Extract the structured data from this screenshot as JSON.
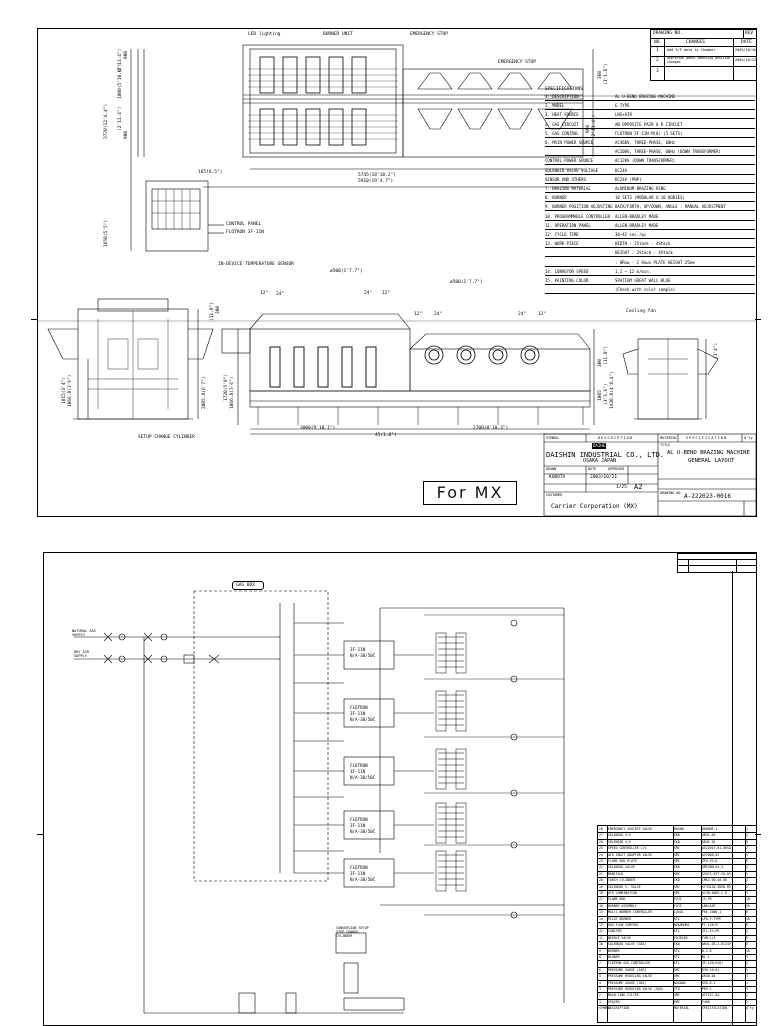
{
  "sheet1": {
    "revision_table": {
      "header": [
        "DRAWING NO.",
        "REV"
      ],
      "cols": [
        "NO.",
        "CHANGES",
        "DATE"
      ],
      "rows": [
        {
          "no": "1",
          "change": "Add S/F data to Chamber",
          "date": "2003/10/16"
        },
        {
          "no": "2",
          "change": "Operation panel mounting position changed",
          "date": "2003/10/22"
        },
        {
          "no": "3",
          "change": "",
          "date": ""
        }
      ]
    },
    "labels": {
      "led": "LED lighting",
      "burner": "BURNER UNIT",
      "emergency1": "EMERGENCY STOP",
      "emergency2": "EMERGENCY STOP",
      "control_panel": "CONTROL PANEL",
      "flotron": "FLOTRON 3F-11N",
      "temp_sensor": "IN-DEVICE TEMPERATURE SENSOR",
      "cooling_fan": "Cooling fan",
      "setup_cylinder": "SETUP CHANGE CYLINDER",
      "for_mx": "For MX"
    },
    "dims": {
      "d900a": "900",
      "d900a_in": "(2'11.4\")",
      "d1800": "1800(5'10.9\")",
      "d900b": "900",
      "d900b_in": "(2'11.4\")",
      "d3770": "3770(12'4.4\")",
      "d1650": "1650(5'5\")",
      "d165": "165(6.5\")",
      "d5745": "5745(18'10.2\")",
      "d5910": "5910(19'4.7\")",
      "d360": "360",
      "d360_in": "(1'1.8\")",
      "d900c": "900",
      "d900c_in": "(2'11.4\")",
      "d500a": "ø500(1'7.7\")",
      "d500b": "ø500(1'7.7\")",
      "d24a": "24°",
      "d24b": "24°",
      "d24c": "24°",
      "d24d": "24°",
      "d12a": "12°",
      "d12b": "12°",
      "d12c": "12°",
      "d12d": "12°",
      "d300": "300",
      "d300_in": "(11.8\")",
      "d1015": "1015(3'4\")",
      "d1066a": "1066.8(3'6\")",
      "d2005": "2005.8(6'7\")",
      "d1720": "1720(5'8\")",
      "d1066b": "1066.8(3'6\")",
      "d1005": "1005",
      "d1005_in": "(3'3.6\")",
      "d1430": "1430.8(4'8.4\")",
      "d3000": "3000(9'10.1\")",
      "d45": "45(1.8\")",
      "d2700": "2700(8'10.3\")",
      "d300r": "300",
      "d300r_in": "(11.8\")",
      "d400": "(1'4\")"
    },
    "specs_title": "SPECIFICATIONS",
    "specs": [
      {
        "k": "1. DESCRIPTION",
        "v": "AL U-BEND BRAZING MACHINE"
      },
      {
        "k": "2. MODEL",
        "v": "E TYPE"
      },
      {
        "k": "3. HEAT SOURCE",
        "v": "LNG+AIR"
      },
      {
        "k": "4. GAS CIRCUIT",
        "v": "AN OPPOSITE PAIR 6 R CIRCUIT"
      },
      {
        "k": "5. GAS CONTROL",
        "v": "FLOTRON 3F-11N-M(8) (5 SETS)"
      },
      {
        "k": "6. MAIN POWER SOURCE",
        "v": "AC460V, THREE-PHASE, 60Hz"
      },
      {
        "k": "",
        "v": "AC200V, THREE-PHASE, 60Hz (DOWN TRANSFORMER)"
      },
      {
        "k": "   CONTROL POWER SOURCE",
        "v": "AC120V (DOWN TRANSFORMER)"
      },
      {
        "k": "   SOLENOID VALVE VOLTAGE",
        "v": "DC24V"
      },
      {
        "k": "   SENSOR AND OTHERS",
        "v": "DC24V (PNP)"
      },
      {
        "k": "7. BRAZING MATERIAL",
        "v": "ALUMINUM BRAZING RING"
      },
      {
        "k": "8. BURNER",
        "v": "10 SETS (MODULAR X 10 BODIES)"
      },
      {
        "k": "9. BURNER POSITION ADJUSTING",
        "v": "BACK/FORTH, UP/DOWN, ANGLE : MANUAL ADJUSTMENT"
      },
      {
        "k": "10. PROGRAMMABLE CONTROLLER",
        "v": "ALLEN-BRADLEY MADE"
      },
      {
        "k": "11. OPERATION PANEL",
        "v": "ALLEN-BRADLEY MADE"
      },
      {
        "k": "12. CYCLE TIME",
        "v": "38~42 sec./pc"
      },
      {
        "k": "13. WORK PIECE",
        "v": "WIDTH : 2Stack - 4Stack"
      },
      {
        "k": "",
        "v": "HEIGHT : 2Stack - 4Stack"
      },
      {
        "k": "",
        "v": ": 8Row - 2 Rows    PLATE HEIGHT 25mm"
      },
      {
        "k": "14. CONVEYOR SPEED",
        "v": "1.2 ~ 12 m/min."
      },
      {
        "k": "15. PAINTING COLOR",
        "v": "SPATIUM GREAT WALL BLUE"
      },
      {
        "k": "",
        "v": "(Check with color sample)"
      }
    ],
    "title_block": {
      "col_headers": [
        "SYMBOL",
        "DESCRIPTION",
        "MATERIAL",
        "SPECIFICATION",
        "Q'ty"
      ],
      "logo_text": "DAIHEI",
      "company": "DAISHIN INDUSTRIAL CO., LTD.",
      "city": "OSAKA JAPAN",
      "drawn_label": "DRAWN",
      "drawn_by": "KUBOTA",
      "date_label": "DATE",
      "date": "2003/10/21",
      "approved_label": "APPROVED",
      "approved": "",
      "scale": "1/25",
      "size": "A2",
      "title_label": "TITLE",
      "title1": "AL U-BEND BRAZING MACHINE",
      "title2": "GENERAL LAYOUT",
      "customer_label": "CUSTOMER",
      "customer": "Carrier Corporation (MX)",
      "drawing_no_label": "DRAWING NO.",
      "drawing_no": "A-222023-0016"
    }
  },
  "sheet2": {
    "gas_box": "GAS BOX",
    "natural_gas": "NATURAL GAS",
    "natural_gas_sub": "SUPPLY",
    "dry_air": "DRY AIR",
    "dry_air_sub": "SUPPLY",
    "air_label": "AIR",
    "gas_label": "GAS",
    "flotron_units": [
      {
        "l1": "3F-11N",
        "l2": "N/A-30/50C"
      },
      {
        "l1": "FLOTRON",
        "l2": "3F-11N",
        "l3": "N/A-30/50C"
      },
      {
        "l1": "FLOTRON",
        "l2": "3F-11N",
        "l3": "N/A-30/50C"
      },
      {
        "l1": "FLOTRON",
        "l2": "3F-11N",
        "l3": "N/A-30/50C"
      },
      {
        "l1": "FLOTRON",
        "l2": "3F-11N",
        "l3": "N/A-30/50C"
      }
    ],
    "cylinder_note": "CONVERSION SETUP STEP CHANGE CYLINDER",
    "parts_list": [
      [
        "28",
        "EMERGENCY SHUTOFF VALVE",
        "MAXON",
        "8000HP-1",
        "1"
      ],
      [
        "27",
        "SOLENOID V/V",
        "CKD",
        "AB41-03",
        "5"
      ],
      [
        "26",
        "SOLENOID V/V",
        "CKD",
        "AB41-02",
        "5"
      ],
      [
        "25",
        "SPEED CONTROLLER L/V",
        "SMC",
        "AS2201F-01-06SA",
        "2"
      ],
      [
        "24",
        "AIR INLET ADAPTOR VALVE",
        "SMC",
        "AV2000-02",
        "1"
      ],
      [
        "23",
        "FLAME ROD PLATE",
        "SMC",
        "ZPX-V3-Q",
        "5"
      ],
      [
        "22",
        "SOLENOID VALVE",
        "CKD",
        "GMF38N-03-3",
        "5"
      ],
      [
        "21",
        "MANIFOLD",
        "SMC",
        "SS073-02T-C6-DS",
        "1"
      ],
      [
        "20",
        "TORCH CYLINDER",
        "CKD",
        "CMK2-00-40-60",
        "1"
      ],
      [
        "19",
        "SOLENOID V. VALVE",
        "SMC",
        "SYJ3120-5MZD-M3",
        "2"
      ],
      [
        "18",
        "AIR COMBINATION",
        "SMC",
        "AC40-04DG-C-R",
        "1"
      ],
      [
        "17",
        "FLAME ROD",
        "FUJI",
        "CS-FR",
        "10"
      ],
      [
        "16",
        "BURNER ASSEMBLY",
        "FUJI",
        "LNG+AIR",
        "10"
      ],
      [
        "15",
        "MULTI-BURNER CONTROLLER",
        "LUXUL",
        "PRE-2000-1",
        "5"
      ],
      [
        "14",
        "PILOT BURNER",
        "STL",
        "LPA-F-TYPE",
        "10"
      ],
      [
        "13",
        "GAS FLOW CONTROL",
        "NAKAMURA",
        "FT-11N-M",
        "5"
      ],
      [
        "12",
        "IGNITER",
        "STL",
        "STL-IG-PR",
        "5"
      ],
      [
        "11",
        "NEEDLE VALVE",
        "FUJIKIN",
        "FVN-1/4",
        "5"
      ],
      [
        "10",
        "SOLENOID VALVE (GAS)",
        "CKD",
        "AB41-03-2-DC24V",
        "5"
      ],
      [
        "9",
        "BURNER",
        "STL",
        "B-1-6",
        "10"
      ],
      [
        "8",
        "BLOWER",
        "STL",
        "BL-1",
        "1"
      ],
      [
        "7",
        "FLOTRON GAS CONTROLLER",
        "STL",
        "3F-11N-M(8)",
        "5"
      ],
      [
        "6",
        "PRESSURE GAUGE (AIR)",
        "SMC",
        "G36-10-01",
        "1"
      ],
      [
        "5",
        "PRESSURE REDUCING VALVE",
        "SMC",
        "AR40-04",
        "1"
      ],
      [
        "4",
        "PRESSURE GAUGE (GAS)",
        "NAGANO",
        "G36-D-2",
        "1"
      ],
      [
        "3",
        "PRESSURE REDUCING VALVE (GAS)",
        "ITO",
        "PRV-2",
        "1"
      ],
      [
        "2",
        "MAIN LINE FILTER",
        "SMC",
        "AFF22C-04",
        "1"
      ],
      [
        "1",
        "SPACER",
        "SMC",
        "Y400",
        "2"
      ]
    ],
    "parts_footer": [
      "SYMBOL",
      "DESCRIPTION",
      "MATERIAL",
      "SPECIFICATION",
      "Q'ty"
    ]
  }
}
